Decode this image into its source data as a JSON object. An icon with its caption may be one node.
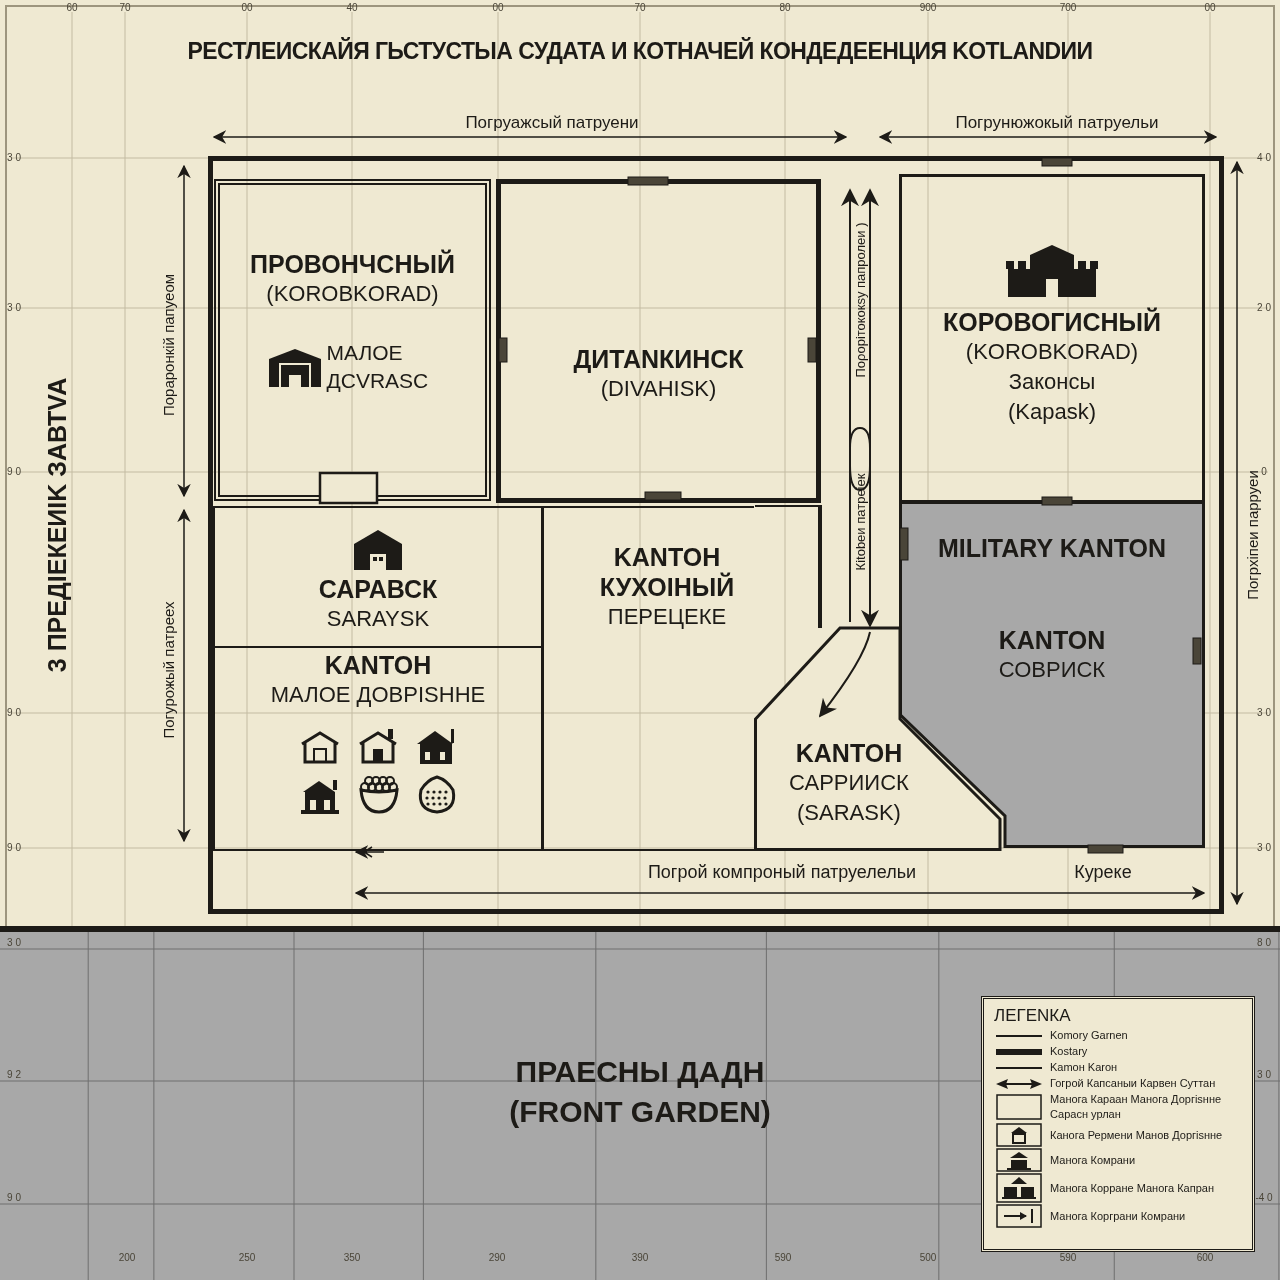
{
  "diagram": {
    "title": "РЕСТЛЕИСКАЙЯ ГЬСТУСТЫА СУДАТА И КОТНАЧЕЙ КОНДЕДЕЕНЦИЯ KOTLANDИИ",
    "nodes": [
      {
        "text": [],
        "shape": "box"
      },
      {
        "text": [
          "ПРОВОНЧСНЫЙ",
          "(KOROBKORAD)",
          "МАЛОЕ ДСVRASC"
        ],
        "in": 0
      },
      {
        "text": [
          "ДИТАNКИНСК",
          "(DIVAHISK)"
        ],
        "in": 0
      },
      {
        "text": [
          "КОРОВОГИСНЫЙ",
          "(KOROBKORAD)",
          "Законсы",
          "(Kapask)"
        ],
        "in": 0
      },
      {
        "text": [
          "САРАВСК",
          "SARAYSK"
        ],
        "in": 0
      },
      {
        "text": [
          "KANTOH",
          "МАЛОЕ ДОВРISHHE"
        ],
        "in": 0
      },
      {
        "text": [
          "KANTOH",
          "КУХОIНЫЙ",
          "ПЕРЕЦЕКЕ"
        ],
        "in": 0
      },
      {
        "text": [
          "MILITARY KANTON",
          "KANTON",
          "СОВРИСК"
        ],
        "in": 0
      },
      {
        "text": [
          "KANTOH",
          "САРРИИСК",
          "(SARASK)"
        ],
        "in": 0
      },
      {
        "text": [
          "ПРАЕСНЫ ДАДН",
          "(FRONT GARDEN)"
        ]
      }
    ],
    "labels": [
      "60",
      "70",
      "00",
      "40",
      "00",
      "70",
      "80",
      "900",
      "700",
      "00",
      "Погруажсый патруени",
      "Погрунюжокый патруельи",
      "3 0",
      "3 0",
      "9 0",
      "9 0",
      "9 0",
      "3 0",
      "9 2",
      "9 0",
      "4 0",
      "2 0",
      "0",
      "3 0",
      "3 0",
      "8 0",
      "3 0",
      "-4 0",
      "3 ПРЕДIЕКЕИIK ЗАВТVA",
      "Пораронкiй папуеом",
      "Погурожый патреех",
      "Поροрiтокoкsу папролеи )",
      "Кitobeи патрeieк",
      "Погрхiпeи парруеи",
      "Погрой компроный патруелельи",
      "Курeке",
      "200",
      "250",
      "350",
      "290",
      "390",
      "590",
      "500",
      "590",
      "600",
      "ЛЕГЕNКА"
    ],
    "legend": [
      {
        "text": "Komory Garnen"
      },
      {
        "text": "Kostary"
      },
      {
        "text": "Kamoн Karoн"
      },
      {
        "text": "Гогрой Капсаныи Карвен Суттан"
      },
      {
        "text": "Манога Караан Манога Доргisнне Сарасн урлан"
      },
      {
        "text": "Канога Рермени Манов Доргisнне"
      },
      {
        "text": "Манога Комрани"
      },
      {
        "text": "Манога Корране Манога Капран"
      },
      {
        "text": "Манога Корграни Комрани"
      }
    ]
  }
}
